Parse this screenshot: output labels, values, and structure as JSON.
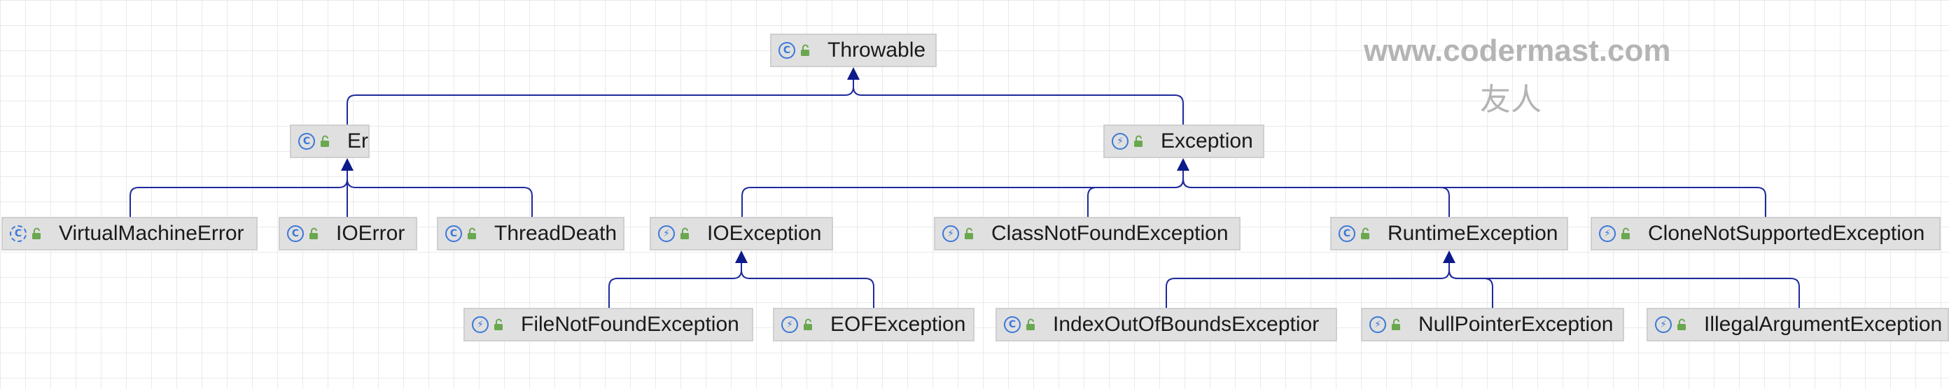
{
  "colors": {
    "edge": "#1e2a9c",
    "node_fill": "#e0e0e0",
    "node_border": "#cfcfcf",
    "class_icon": "#3c78d8",
    "lock_icon": "#6aa84f",
    "watermark": "#b4b4b4"
  },
  "nodes": [
    {
      "id": "throwable",
      "label": "Throwable",
      "icon": "class-icon"
    },
    {
      "id": "error",
      "label": "Error",
      "icon": "class-icon"
    },
    {
      "id": "exception",
      "label": "Exception",
      "icon": "exception-class-icon"
    },
    {
      "id": "vme",
      "label": "VirtualMachineError",
      "icon": "abstract-class-icon"
    },
    {
      "id": "ioerror",
      "label": "IOError",
      "icon": "class-icon"
    },
    {
      "id": "threaddeath",
      "label": "ThreadDeath",
      "icon": "class-icon"
    },
    {
      "id": "ioexception",
      "label": "IOException",
      "icon": "exception-class-icon"
    },
    {
      "id": "cnfe",
      "label": "ClassNotFoundException",
      "icon": "exception-class-icon"
    },
    {
      "id": "runtime",
      "label": "RuntimeException",
      "icon": "class-icon"
    },
    {
      "id": "cnse",
      "label": "CloneNotSupportedException",
      "icon": "exception-class-icon"
    },
    {
      "id": "fnfe",
      "label": "FileNotFoundException",
      "icon": "exception-class-icon"
    },
    {
      "id": "eof",
      "label": "EOFException",
      "icon": "exception-class-icon"
    },
    {
      "id": "ioobe",
      "label": "IndexOutOfBoundsExceptior",
      "icon": "class-icon"
    },
    {
      "id": "npe",
      "label": "NullPointerException",
      "icon": "exception-class-icon"
    },
    {
      "id": "iae",
      "label": "IllegalArgumentException",
      "icon": "exception-class-icon"
    }
  ],
  "edges": [
    {
      "from": "error",
      "to": "throwable"
    },
    {
      "from": "exception",
      "to": "throwable"
    },
    {
      "from": "vme",
      "to": "error"
    },
    {
      "from": "ioerror",
      "to": "error"
    },
    {
      "from": "threaddeath",
      "to": "error"
    },
    {
      "from": "ioexception",
      "to": "exception"
    },
    {
      "from": "cnfe",
      "to": "exception"
    },
    {
      "from": "runtime",
      "to": "exception"
    },
    {
      "from": "cnse",
      "to": "exception"
    },
    {
      "from": "fnfe",
      "to": "ioexception"
    },
    {
      "from": "eof",
      "to": "ioexception"
    },
    {
      "from": "ioobe",
      "to": "runtime"
    },
    {
      "from": "npe",
      "to": "runtime"
    },
    {
      "from": "iae",
      "to": "runtime"
    }
  ],
  "watermark": {
    "url": "www.codermast.com",
    "subtitle": "友人"
  }
}
